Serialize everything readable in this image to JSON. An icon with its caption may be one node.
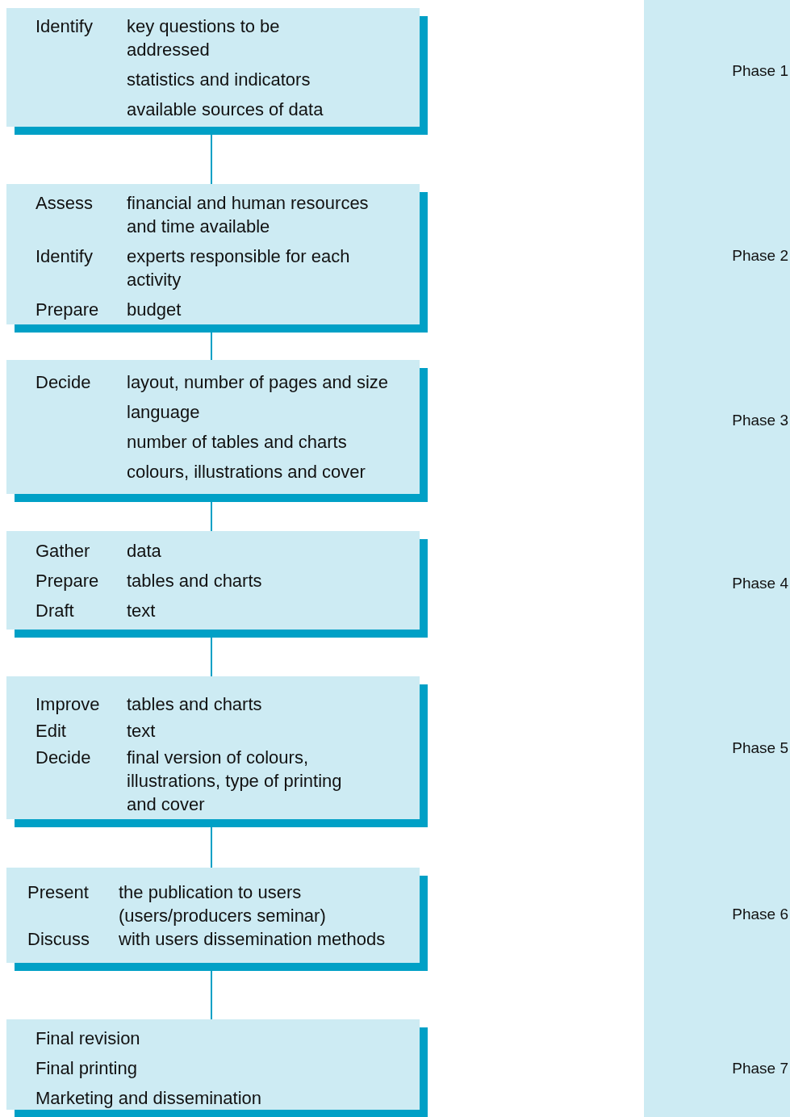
{
  "diagram": {
    "nodes": [
      {
        "text": [
          "Identify",
          "key questions to be addressed",
          "statistics and indicators",
          "available sources of data"
        ]
      },
      {
        "text": [
          "Assess",
          "financial and human resources and time available",
          "Identify",
          "experts responsible for each activity",
          "Prepare",
          "budget"
        ]
      },
      {
        "text": [
          "Decide",
          "layout, number of pages and size",
          "language",
          "number of tables and charts",
          "colours, illustrations and cover"
        ]
      },
      {
        "text": [
          "Gather",
          "data",
          "Prepare",
          "tables and charts",
          "Draft",
          "text"
        ]
      },
      {
        "text": [
          "Improve",
          "tables and charts",
          "Edit",
          "text",
          "Decide",
          "final version of colours, illustrations, type of printing and cover"
        ]
      },
      {
        "text": [
          "Present",
          "the publication to users (users/producers seminar)",
          "Discuss",
          "with users dissemination methods"
        ]
      },
      {
        "text": [
          "Final revision",
          "Final printing",
          "Marketing and dissemination"
        ]
      },
      {
        "text": [
          "Phase 1",
          "Phase 2",
          "Phase 3",
          "Phase 4",
          "Phase 5",
          "Phase 6",
          "Phase 7"
        ]
      }
    ],
    "edges": [
      {
        "from": 0,
        "to": 1,
        "arrow": "none"
      },
      {
        "from": 1,
        "to": 2,
        "arrow": "none"
      },
      {
        "from": 2,
        "to": 3,
        "arrow": "none"
      },
      {
        "from": 3,
        "to": 4,
        "arrow": "none"
      },
      {
        "from": 4,
        "to": 5,
        "arrow": "none"
      },
      {
        "from": 5,
        "to": 6,
        "arrow": "none"
      }
    ]
  }
}
